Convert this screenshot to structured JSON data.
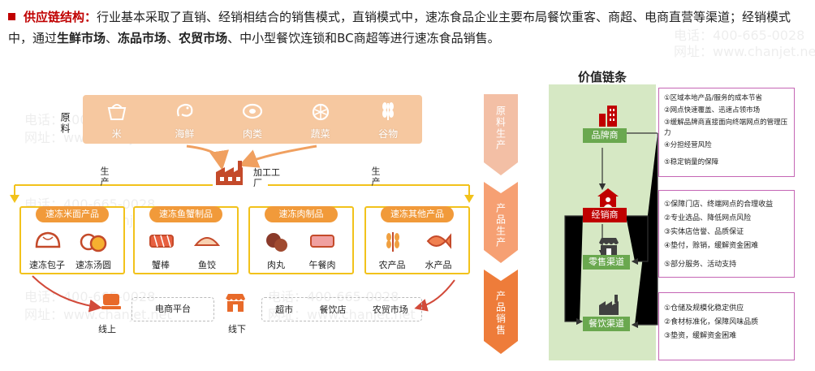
{
  "intro": {
    "lead": "供应链结构：",
    "t1": "行业基本采取了直销、经销相结合的销售模式，直销模式中，速冻食品企业主要布局餐饮重客、商超、电商直营等渠道；经销模式中，通过",
    "b1": "生鲜市场",
    "s1": "、",
    "b2": "冻品市场",
    "s2": "、",
    "b3": "农贸市场",
    "t2": "、中小型餐饮连锁和BC商超等进行速冻食品销售。"
  },
  "watermarks": [
    "电话：400-665-0028",
    "网址：www.chanjet.net"
  ],
  "raw_label": "原料",
  "raw_materials": [
    {
      "label": "米",
      "icon": "rice-icon"
    },
    {
      "label": "海鲜",
      "icon": "shrimp-icon"
    },
    {
      "label": "肉类",
      "icon": "meat-icon"
    },
    {
      "label": "蔬菜",
      "icon": "vegetable-icon"
    },
    {
      "label": "谷物",
      "icon": "grain-icon"
    }
  ],
  "factory_label": "加工工厂",
  "produce_label": "生产",
  "groups": [
    {
      "title": "速冻米面产品",
      "items": [
        "速冻包子",
        "速冻汤圆"
      ]
    },
    {
      "title": "速冻鱼蟹制品",
      "items": [
        "蟹棒",
        "鱼饺"
      ]
    },
    {
      "title": "速冻肉制品",
      "items": [
        "肉丸",
        "午餐肉"
      ]
    },
    {
      "title": "速冻其他产品",
      "items": [
        "农产品",
        "水产品"
      ]
    }
  ],
  "online": {
    "label": "线上",
    "platform": "电商平台"
  },
  "offline": {
    "label": "线下",
    "channels": [
      "超市",
      "餐饮店",
      "农贸市场"
    ]
  },
  "stages": [
    "原料生产",
    "产品生产",
    "产品销售"
  ],
  "value_chain": {
    "title": "价值链条",
    "nodes": [
      {
        "label": "品牌商",
        "color": "#6aa84f"
      },
      {
        "label": "经销商",
        "color": "#c00000"
      },
      {
        "label": "零售渠道",
        "color": "#6aa84f"
      },
      {
        "label": "餐饮渠道",
        "color": "#6aa84f"
      }
    ],
    "boxes": [
      [
        "①区域本地产品/服务的成本节省",
        "②网点快速覆盖、迅速占领市场",
        "③缓解品牌商直接面向终端网点的管理压力",
        "④分担经营风险",
        "⑤稳定销量的保障"
      ],
      [
        "①保障门店、终端网点的合理收益",
        "②专业选品、降低网点风险",
        "③实体店信誉、品质保证",
        "④垫付，赊销，缓解资金困难",
        "⑤部分服务、活动支持"
      ],
      [
        "①仓储及规模化稳定供应",
        "②食材标准化，保障风味品质",
        "③垫资，缓解资金困难"
      ]
    ]
  }
}
